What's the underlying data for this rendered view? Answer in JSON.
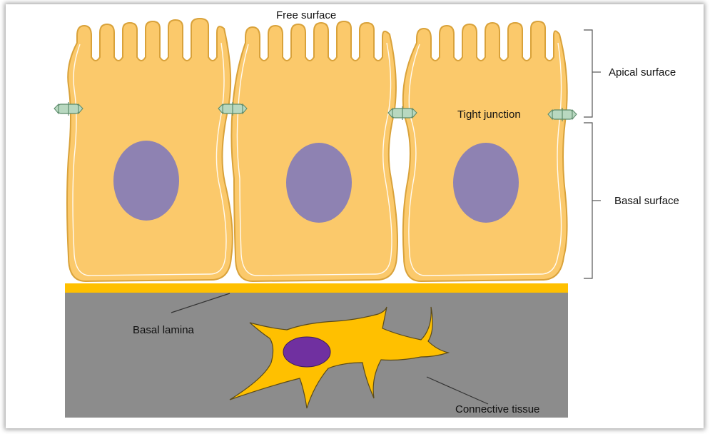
{
  "labels": {
    "free_surface": "Free surface",
    "apical_surface": "Apical surface",
    "tight_junction": "Tight junction",
    "basal_surface": "Basal surface",
    "basal_lamina": "Basal lamina",
    "connective_tissue": "Connective tissue"
  },
  "colors": {
    "cell_fill": "#fbc96b",
    "cell_outline": "#d9a23a",
    "nucleus": "#8e82b2",
    "basal_lamina": "#ffc000",
    "connective_tissue": "#8c8c8c",
    "fibroblast": "#ffc000",
    "fibroblast_nucleus": "#7030a0",
    "junction": "#b8d8c0"
  },
  "icons": {
    "tight_junction": "double-arrow-junction-icon"
  }
}
